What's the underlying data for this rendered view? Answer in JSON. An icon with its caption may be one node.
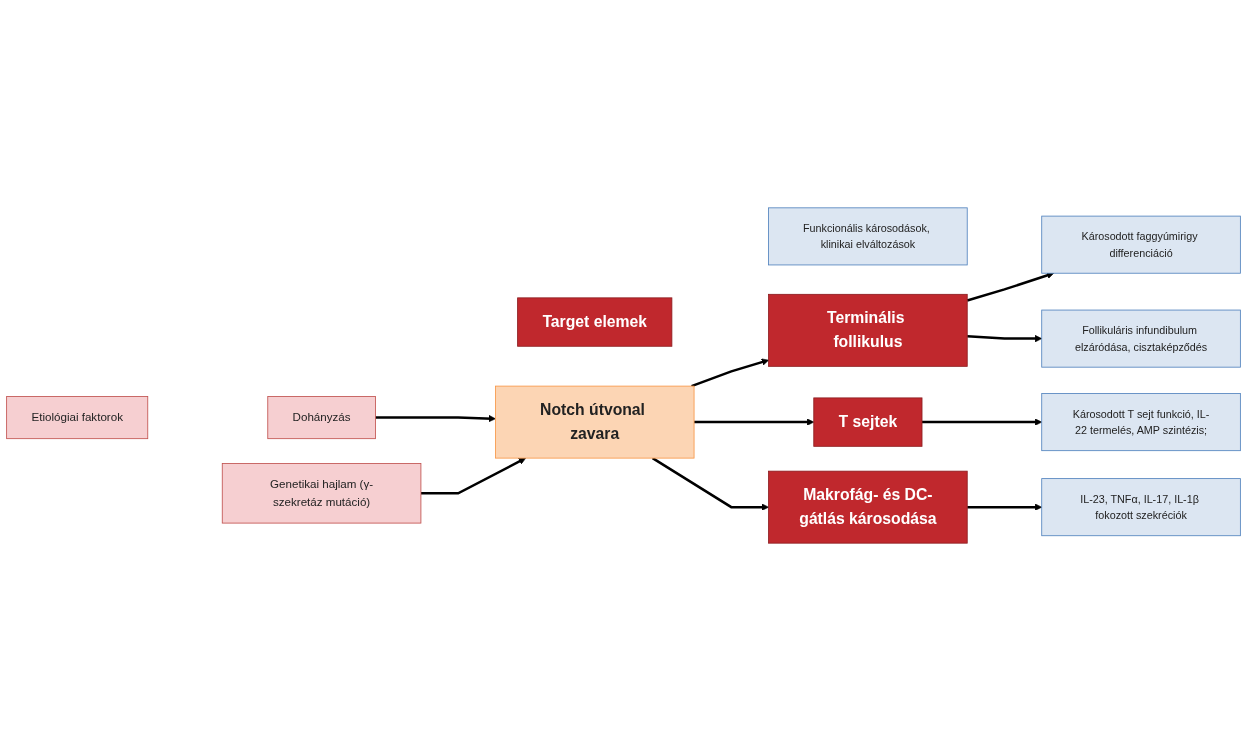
{
  "diagram": {
    "nodes": [
      {
        "text": [
          "Etiológiai faktorok"
        ]
      },
      {
        "text": [
          "Target elemek"
        ]
      },
      {
        "text": [
          "Funkcionális károsodások, klinikai elváltozások"
        ]
      },
      {
        "text": [
          "Dohányzás"
        ]
      },
      {
        "text": [
          "Genetikai hajlam (γ-szekretáz mutáció)"
        ]
      },
      {
        "text": [
          "Notch útvonal zavara"
        ]
      },
      {
        "text": [
          "Terminális follikulus"
        ]
      },
      {
        "text": [
          "T sejtek"
        ]
      },
      {
        "text": [
          "Makrofág- és DC-gátlás károsodása"
        ]
      },
      {
        "text": [
          "Károsodott faggyúmirigy differenciáció"
        ]
      },
      {
        "text": [
          "Follikuláris infundibulum elzáródása, cisztaképződés"
        ]
      },
      {
        "text": [
          "Károsodott T sejt funkció, IL-22 termelés, AMP szintézis;"
        ]
      },
      {
        "text": [
          "IL-23, TNFα, IL-17, IL-1β fokozott szekréciók"
        ]
      }
    ],
    "edges": [
      {
        "from": 3,
        "to": 5,
        "arrow": "to"
      },
      {
        "from": 4,
        "to": 5,
        "arrow": "to"
      },
      {
        "from": 5,
        "to": 6,
        "arrow": "to"
      },
      {
        "from": 5,
        "to": 7,
        "arrow": "to"
      },
      {
        "from": 5,
        "to": 8,
        "arrow": "to"
      },
      {
        "from": 6,
        "to": 9,
        "arrow": "to"
      },
      {
        "from": 6,
        "to": 10,
        "arrow": "to"
      },
      {
        "from": 7,
        "to": 11,
        "arrow": "to"
      },
      {
        "from": 8,
        "to": 12,
        "arrow": "to"
      }
    ]
  }
}
